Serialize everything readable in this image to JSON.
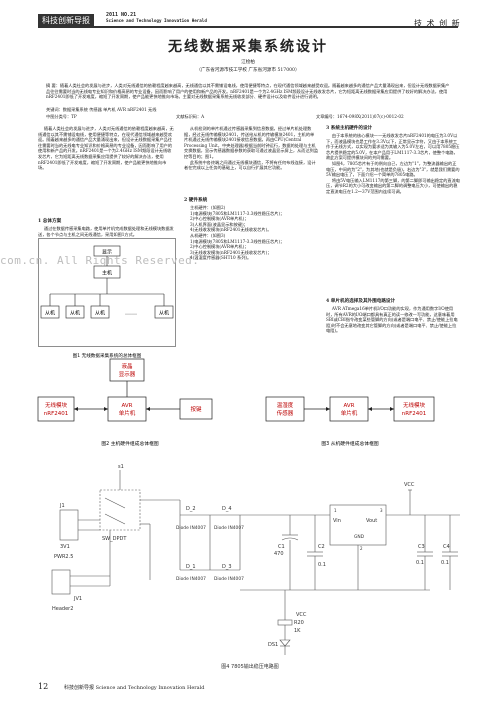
{
  "header": {
    "journal_box": "科技创新导报",
    "issue": "2011  NO.21",
    "journal_en": "Science and Technology Innovation Herald",
    "section": "技 术 创 新"
  },
  "article": {
    "title": "无线数据采集系统设计",
    "author": "江桧柏",
    "affiliation": "（广东省河源市技工学校    广东省河源市    517000）",
    "abstract": "摘  要：随着人类社会的发展与进步，人类对无线通信的依赖程度越来越高，无线通信以其不需铺设电线，使用便捷等特点，在现代通信领域越来越受欢迎。随着越来越多的通信产品大量涌现出来，但设计无线数据采集产品往往需要时当的无线电专业知识和价格高昂的专业设备，因而影响了用户的使用和新产品的开发。nRF2401是一个为2.4GHz ISM频段设计无线收发芯片，它为短距离无线数据采集应用提供了较好的解决办法，使用nRF2401即低了开发难度，缩短了开发周期，使产品能更快地推向市场。主要对无线数据采集系统无线收发部分、硬件设计以及软件设计进行说明。",
    "keywords": "关键词：数据采集系统    传感器    单片机    AVR    nRF2401    无线",
    "clc": "中图分类号：TP",
    "doc_code": "文献标识码：A",
    "article_no": "文章编号：1674-098X(2011)07(c)-0012-02",
    "left_intro": "随着人类社会的发展与进步，人类对无线通信的依赖程度越来越高，无线通信以其不需铺设电线，使用便捷等特点，在现代通信领域越来越受欢迎。随着越来越多的通信产品大量涌现出来，但设计无线数据采集产品往往需要时当的无线电专业知识和价格高昂的专业设备，因而影响了用户的使用和新产品的开发。nRF2401是一个为2.4GHz ISM频段设计无线收发芯片，它为短距离无线数据采集应用提供了较好的解决办法，使用nRF2401即低了开发难度，缩短了开发周期，使产品能更快地推向市场。",
    "sec1_title": "1 总体方案",
    "sec1_text": "通过在数据传感采集电路，使用单片机完成数据处理和无线模块数据发送，各个节点与主机之间无线通信，采用如图1方式。",
    "fig1_caption": "图1   无线数据采集系统的总体框图",
    "mid_intro": "从机检测的单片机通过传感器采集到信息数据，经过单片机处理数据，经过无线传输模块2401，传送给从机的传输模块2401，主机的单片机通过无线传输模块2401接收信息数据，再由CPU(Central Processing Unit，中央处理器)根据当前时钟运行，数据的处理与主机交换数据，显示传感器数据参数的获取可通过液晶显示屏上，从而达到监控等目的；图1。",
    "mid_p2": "此系统中各终端之间通过无线模块通信，不将有任何布线连接，设计者在完成以上任务的基础上，可以自行扩展其它功能。",
    "sec2_title": "2 硬件系统",
    "sec2_host": "主机硬件：(如图2)",
    "sec2_items": [
      "1)电源模块(7805和LM1117-3.3线性稳压芯片)；",
      "2)中心控制模块(AVR单片机)；",
      "3)人机界面(液晶显示和按键)；",
      "4)无线收发模块(nRF2401无线收发芯片)。",
      "从机硬件：(如图3)",
      "1)电源模块(7805和LM1117-3.3线性稳压芯片)；",
      "2)中心控制模块(AVR单片机)；",
      "3)无线收发模块(nRF2401无线收发芯片)；",
      "4)温湿度传感器(SHT10 系列)。"
    ],
    "sec3_title": "3 系统主机硬件的设计",
    "sec3_text": "由于本系统的核心模块——无线收发芯片nRF2401的电压为3.0V以下，而液晶模块也是工作在3.3V以下，正常显示字符，又由于本系统工作于无线方式，以实现为要求适为其输入为5.0V左右，可以用7805稳压芯片提供稳定的5.0V，在本产品用于LM1117-3.3芯片，使整个电路，故此方案可提供模块间的共同需要。",
    "sec3_p2": "如图4，7805芯片有于的例向自己，左边为\"1\"，为整流器输出的正电压，中间的为\"2\"，为其地(也就是负极)，右边为\"3\"，就是我们需要的5V输出电压了，下面介绍一个简单的7805电路。",
    "sec3_p3": "将由5V电压输入LM1117的第三脚，的第二脚即可输出稳定的直流电压，调节R2的大小可改变输出的第二脚的调整电压大小，可使输出的稳定直流电压在1.2～37V范围内连续可调。",
    "sec4_title": "4 单片机的选择及其外围电路设计",
    "sec4_text": "AVR  ATmega16单片机I/O口功能的实现，作为通用数字I/O使用时，所有AVR的I/O端口都具有真正的读—修改—写功能，这意味着用SBI或CBI指令改变某些管脚的方向(或者是端口电平、禁止/使能上拉电阻)时不会无意地改变其它管脚的方向(或者是端口电平、禁止/使能上拉电阻)。"
  },
  "fig1": {
    "display": "显示",
    "host": "主机",
    "slaves": [
      "从机",
      "从机",
      "从机",
      "从机"
    ],
    "ellipsis": "……"
  },
  "fig2": {
    "lcd": "液晶\n显示器",
    "wireless": "无线模块\nnRF2401",
    "avr": "AVR\n单片机",
    "keys": "按键",
    "caption": "图2    主机硬件组成总体框图"
  },
  "fig3": {
    "sensor": "温湿度\n传感器",
    "avr": "AVR\n单片机",
    "wireless": "无线模块\nnRF2401",
    "caption": "图3    从机硬件组成总体框图"
  },
  "fig4": {
    "caption": "图4   7805输出稳压电路图",
    "labels": {
      "s1": "s1",
      "j1": "J1",
      "sw": "SW_DPDT",
      "v3": "3V1",
      "pwr": "PWR2.5",
      "jv1": "JV1",
      "hdr": "Header2",
      "d2": "D_2",
      "d4": "D_4",
      "d1": "D_1",
      "d3": "D_3",
      "d2p": "Diode IN4007",
      "d4p": "Diode IN4007",
      "d1p": "Diode IN4007",
      "d3p": "Diode IN4007",
      "c1": "C1",
      "c1v": "470",
      "c2": "C2",
      "c2v": "0.1",
      "vin": "Vin",
      "vout": "Vout",
      "gnd": "GND",
      "vcc1": "VCC",
      "vcc2": "VCC",
      "c3": "C3",
      "c4": "C4",
      "c3v": "0.1",
      "c4v": "0.1",
      "r20": "R20",
      "r20v": "1K",
      "ds1": "DS1",
      "vcc3": "VCC",
      "n1": "1",
      "n2": "2",
      "n3": "3"
    }
  },
  "watermark": "com.cn. All Rights Reserved.",
  "footer": {
    "page": "12",
    "journal": "科技创新导报  Science and Technology Innovation Herald"
  }
}
